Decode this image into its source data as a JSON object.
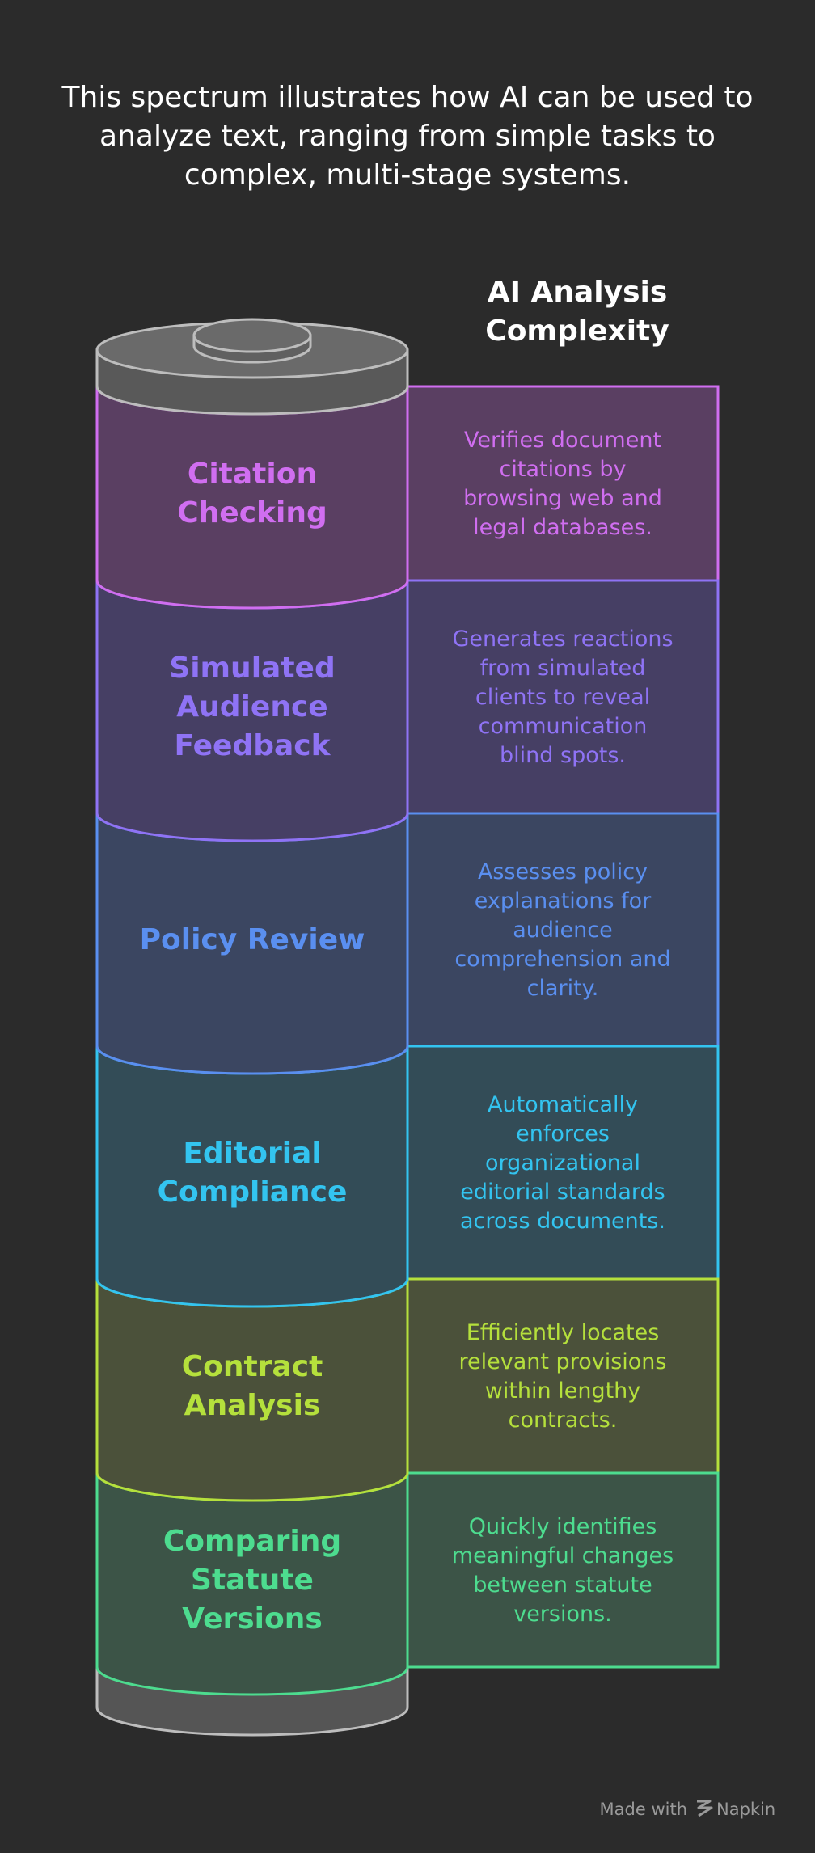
{
  "caption": {
    "lines": [
      "This spectrum illustrates how AI can be used to",
      "analyze text, ranging from simple tasks to",
      "complex, multi-stage systems."
    ]
  },
  "legend": {
    "title_lines": [
      "AI Analysis",
      "Complexity"
    ]
  },
  "segments": [
    {
      "label_lines": [
        "Citation",
        "Checking"
      ],
      "desc_lines": [
        "Verifies document",
        "citations by",
        "browsing web and",
        "legal databases."
      ],
      "color": "#d06ef0",
      "fill": "#5a3f62"
    },
    {
      "label_lines": [
        "Simulated",
        "Audience",
        "Feedback"
      ],
      "desc_lines": [
        "Generates reactions",
        "from simulated",
        "clients to reveal",
        "communication",
        "blind spots."
      ],
      "color": "#8f73f5",
      "fill": "#463f64"
    },
    {
      "label_lines": [
        "Policy Review"
      ],
      "desc_lines": [
        "Assesses policy",
        "explanations for",
        "audience",
        "comprehension and",
        "clarity."
      ],
      "color": "#5a8ff0",
      "fill": "#3b4661"
    },
    {
      "label_lines": [
        "Editorial",
        "Compliance"
      ],
      "desc_lines": [
        "Automatically",
        "enforces",
        "organizational",
        "editorial standards",
        "across documents."
      ],
      "color": "#33c4f0",
      "fill": "#334c57"
    },
    {
      "label_lines": [
        "Contract",
        "Analysis"
      ],
      "desc_lines": [
        "Efficiently locates",
        "relevant provisions",
        "within lengthy",
        "contracts."
      ],
      "color": "#b5e03c",
      "fill": "#4b513a"
    },
    {
      "label_lines": [
        "Comparing",
        "Statute",
        "Versions"
      ],
      "desc_lines": [
        "Quickly identifies",
        "meaningful changes",
        "between statute",
        "versions."
      ],
      "color": "#4ddc8f",
      "fill": "#3c5447"
    }
  ],
  "footer": {
    "made_with": "Made with",
    "brand": "Napkin",
    "brand_icon": "napkin-logo-icon"
  }
}
